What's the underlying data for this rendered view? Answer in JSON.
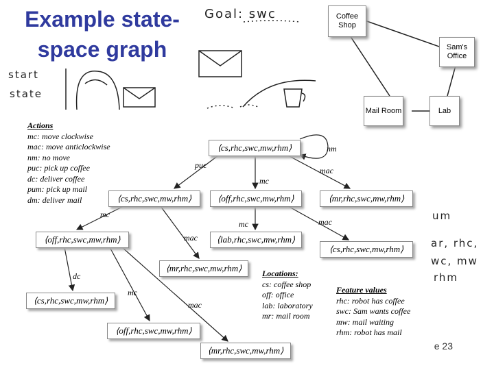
{
  "title": "Example state-space graph",
  "annotations": {
    "goal": "Goal: swc",
    "start": [
      "start",
      "state"
    ],
    "right": [
      "um",
      "ar, rhc,",
      "wc, mw",
      "rhm"
    ]
  },
  "map": {
    "coffee": "Coffee Shop",
    "sams": "Sam's Office",
    "mail": "Mail Room",
    "lab": "Lab"
  },
  "actions": {
    "heading": "Actions",
    "items": [
      "mc: move clockwise",
      "mac: move anticlockwise",
      "nm: no move",
      "puc: pick up coffee",
      "dc: deliver coffee",
      "pum: pick up mail",
      "dm: deliver mail"
    ]
  },
  "locations": {
    "heading": "Locations:",
    "items": [
      "cs: coffee shop",
      "off: office",
      "lab: laboratory",
      "mr: mail room"
    ]
  },
  "features": {
    "heading": "Feature values",
    "items": [
      "rhc: robot has coffee",
      "swc: Sam wants coffee",
      "mw: mail waiting",
      "rhm: robot has mail"
    ]
  },
  "states": {
    "s0": "⟨cs,rhc,swc,mw,rhm⟩",
    "s1": "⟨cs,rhc,swc,mw,rhm⟩",
    "s2": "⟨off,rhc,swc,mw,rhm⟩",
    "s3": "⟨mr,rhc,swc,mw,rhm⟩",
    "s4": "⟨off,rhc,swc,mw,rhm⟩",
    "s5": "⟨lab,rhc,swc,mw,rhm⟩",
    "s6": "⟨cs,rhc,swc,mw,rhm⟩",
    "s7": "⟨mr,rhc,swc,mw,rhm⟩",
    "s8": "⟨cs,rhc,swc,mw,rhm⟩",
    "s9": "⟨off,rhc,swc,mw,rhm⟩",
    "s10": "⟨mr,rhc,swc,mw,rhm⟩"
  },
  "edges": {
    "nm": "nm",
    "puc": "puc",
    "mc1": "mc",
    "mac1": "mac",
    "mc2": "mc",
    "mc3": "mc",
    "mac2": "mac",
    "mac3": "mac",
    "dc": "dc",
    "mc4": "mc",
    "mac4": "mac"
  },
  "footer": "e 23"
}
